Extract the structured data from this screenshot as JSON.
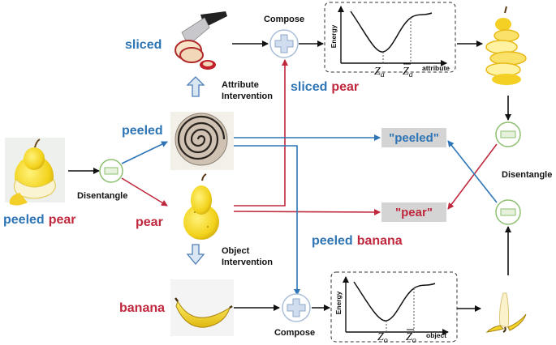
{
  "colors": {
    "blue": "#2e75b6",
    "red": "#c0283d",
    "black": "#111111",
    "node_fill": "#e7f2dc",
    "node_stroke": "#8cbf6e",
    "token_bg": "#d4d4d4",
    "arrow_block_fill": "#dbe6f3",
    "arrow_block_stroke": "#4e7fb8"
  },
  "labels": {
    "sliced": "sliced",
    "peeled": "peeled",
    "pear": "pear",
    "banana": "banana",
    "input_attr": "peeled",
    "input_obj": "pear",
    "sliced_pear_attr": "sliced",
    "sliced_pear_obj": "pear",
    "peeled_banana_attr": "peeled",
    "peeled_banana_obj": "banana",
    "token_attr": "\"peeled\"",
    "token_obj": "\"pear\"",
    "compose_top": "Compose",
    "compose_bottom": "Compose",
    "disentangle_left": "Disentangle",
    "disentangle_right": "Disentangle",
    "attr_intervention_1": "Attribute",
    "attr_intervention_2": "Intervention",
    "obj_intervention_1": "Object",
    "obj_intervention_2": "Intervention"
  },
  "energy_top": {
    "ylabel": "Energy",
    "xlabel": "attribute",
    "min_symbol": "Z",
    "min_sub": "a",
    "bar_symbol": "Z",
    "bar_sub": "a"
  },
  "energy_bottom": {
    "ylabel": "Energy",
    "xlabel": "object",
    "min_symbol": "Z",
    "min_sub": "o",
    "bar_symbol": "Z",
    "bar_sub": "o"
  },
  "icons": {
    "peeled_pear_image": "peeled-pear-image",
    "knife_image": "sliced-apple-knife-image",
    "spiral_image": "peel-spiral-image",
    "pear_image": "pear-image",
    "banana_image": "banana-image",
    "sliced_pear_image": "sliced-pear-image",
    "peeled_banana_image": "peeled-banana-image"
  }
}
